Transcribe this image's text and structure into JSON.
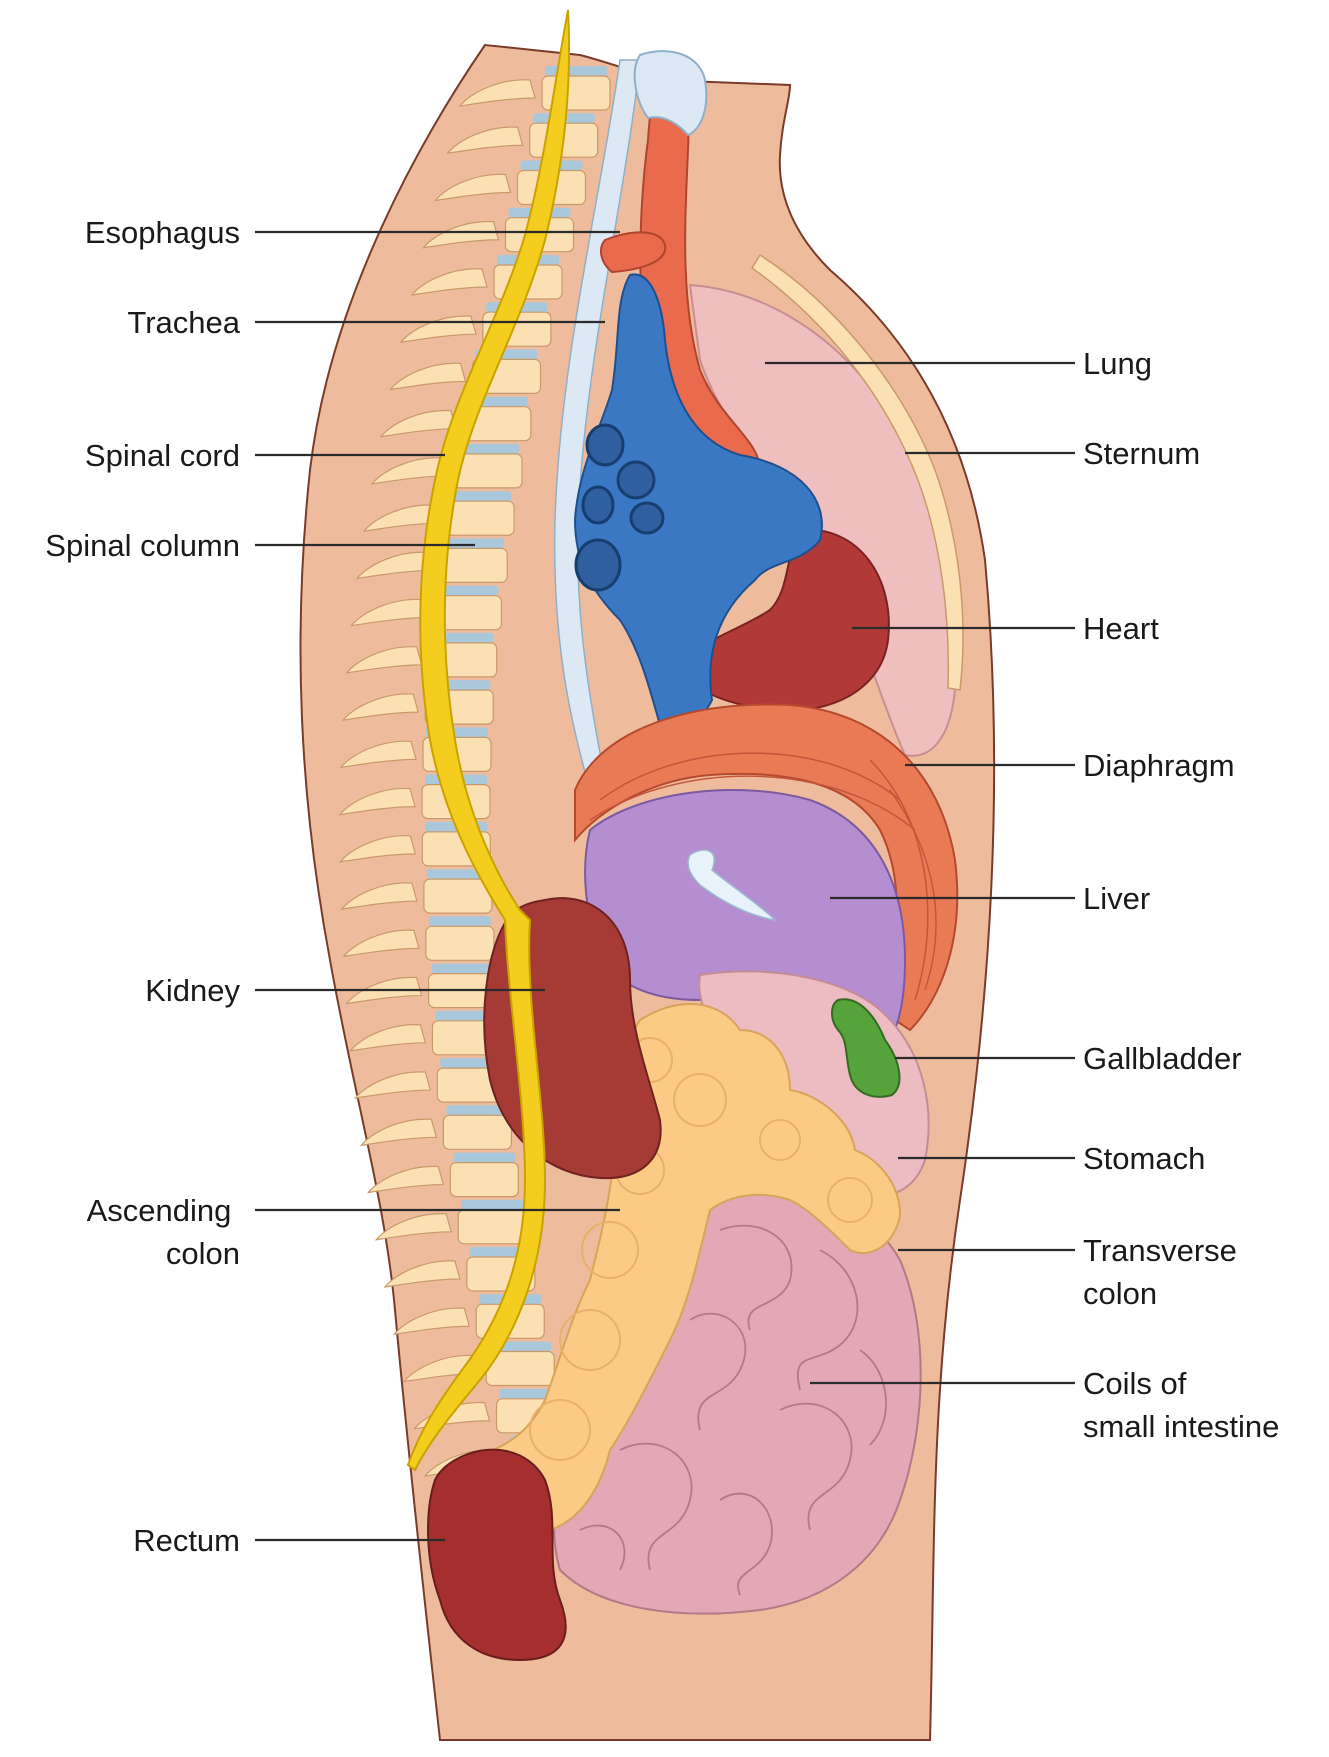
{
  "left_labels": [
    {
      "id": "esophagus",
      "lines": [
        "Esophagus"
      ]
    },
    {
      "id": "trachea",
      "lines": [
        "Trachea"
      ]
    },
    {
      "id": "spinal-cord",
      "lines": [
        "Spinal cord"
      ]
    },
    {
      "id": "spinal-column",
      "lines": [
        "Spinal column"
      ]
    },
    {
      "id": "kidney",
      "lines": [
        "Kidney"
      ]
    },
    {
      "id": "ascending-colon",
      "lines": [
        "Ascending",
        "colon"
      ]
    },
    {
      "id": "rectum",
      "lines": [
        "Rectum"
      ]
    }
  ],
  "right_labels": [
    {
      "id": "lung",
      "lines": [
        "Lung"
      ]
    },
    {
      "id": "sternum",
      "lines": [
        "Sternum"
      ]
    },
    {
      "id": "heart",
      "lines": [
        "Heart"
      ]
    },
    {
      "id": "diaphragm",
      "lines": [
        "Diaphragm"
      ]
    },
    {
      "id": "liver",
      "lines": [
        "Liver"
      ]
    },
    {
      "id": "gallbladder",
      "lines": [
        "Gallbladder"
      ]
    },
    {
      "id": "stomach",
      "lines": [
        "Stomach"
      ]
    },
    {
      "id": "transverse-colon",
      "lines": [
        "Transverse",
        "colon"
      ]
    },
    {
      "id": "small-intestine",
      "lines": [
        "Coils of",
        "small intestine"
      ]
    }
  ],
  "colors": {
    "body": "#eebc9c",
    "skin_edge": "#c98e70",
    "bone": "#fbe0b4",
    "disc": "#a9c8dc",
    "spinal_cord": "#f5cd1e",
    "vein": "#3b78c4",
    "trachea": "#ea6a4e",
    "lung": "#efbfc0",
    "heart": "#b13a38",
    "diaphragm": "#e87a56",
    "liver": "#b48ed0",
    "gallbladder": "#55a33a",
    "stomach": "#edbcc2",
    "colon": "#fbcb85",
    "small_intestine": "#e4a7b6",
    "kidney": "#a63a35",
    "rectum": "#a52f2f",
    "pleura": "#dce9f4"
  }
}
